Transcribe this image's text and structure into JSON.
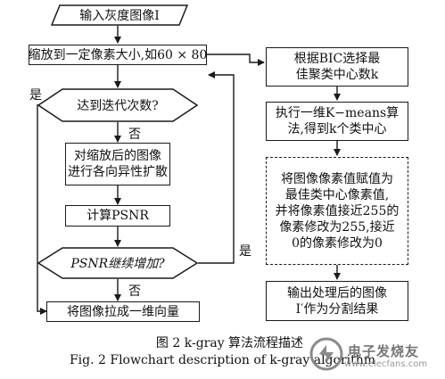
{
  "flowchart": {
    "start": "输入灰度图像I",
    "step_resize": "缩放到一定像素大小,如60 × 80",
    "decision_iter": "达到迭代次数?",
    "step_diffusion": [
      "对缩放后的图像",
      "进行各向异性扩散"
    ],
    "step_psnr": "计算PSNR",
    "decision_psnr": "PSNR继续增加?",
    "step_vector": "将图像拉成一维向量",
    "step_bic": [
      "根据BIC选择最",
      "佳聚类中心数k"
    ],
    "step_kmeans": [
      "执行一维K−means算",
      "法,得到k个类中心"
    ],
    "step_assign": [
      "将图像像素值赋值为",
      "最佳类中心像素值,",
      "并将像素值接近255的",
      "像素修改为255,接近",
      "0的像素修改为0"
    ],
    "step_output": [
      "输出处理后的图像",
      "I′作为分割结果"
    ]
  },
  "branch_labels": {
    "yes_iter": "是",
    "no_iter": "否",
    "yes_psnr": "是",
    "no_psnr": "否"
  },
  "caption": {
    "cn": "图 2   k-gray 算法流程描述",
    "en": "Fig. 2   Flowchart description of k-gray algorithm"
  },
  "watermark": {
    "text": "电子发烧友",
    "url": "www.elecfans.com"
  }
}
